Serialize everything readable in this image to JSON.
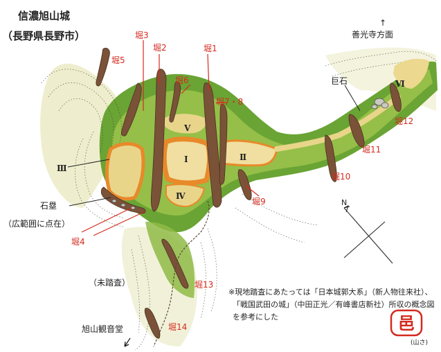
{
  "title": "信濃旭山城",
  "subtitle": "（長野県長野市）",
  "direction_label": "善光寺方面",
  "direction_arrow": "↑",
  "north": "N",
  "labels": {
    "hori1": "堀1",
    "hori2": "堀2",
    "hori3": "堀3",
    "hori5": "堀5",
    "hori6": "堀6",
    "hori78": "堀7・8",
    "hori9": "堀9",
    "hori10": "堀10",
    "hori11": "堀11",
    "hori12": "堀12",
    "hori13": "堀13",
    "hori14": "堀14",
    "hori4": "堀4",
    "kyoseki": "巨石",
    "ishirui": "石塁",
    "ishirui_note": "（広範囲に点在）",
    "mitosa": "（未踏査）",
    "kannondo": "旭山観音堂"
  },
  "kuruwa": {
    "k1": "Ⅰ",
    "k2": "Ⅱ",
    "k3": "Ⅲ",
    "k4": "Ⅳ",
    "k5": "Ⅴ",
    "k6": "Ⅵ"
  },
  "note_lines": [
    "※現地踏査にあたっては「日本城郭大系」（新人物往来社）、",
    "「戦国武田の城」（中田正光／有峰書店新社）所収の概念図",
    "を参考にした"
  ],
  "seal_char": "邑",
  "signature": "(山さ)",
  "colors": {
    "forest": "#5f9a2c",
    "forest_light": "#a8c95a",
    "pale": "#e8e8b8",
    "kuruwa": "#e8d58a",
    "earthwork": "#e8892a",
    "ditch": "#7a5238",
    "label_red": "#d42a1e",
    "seal_red": "#d42a1e"
  }
}
